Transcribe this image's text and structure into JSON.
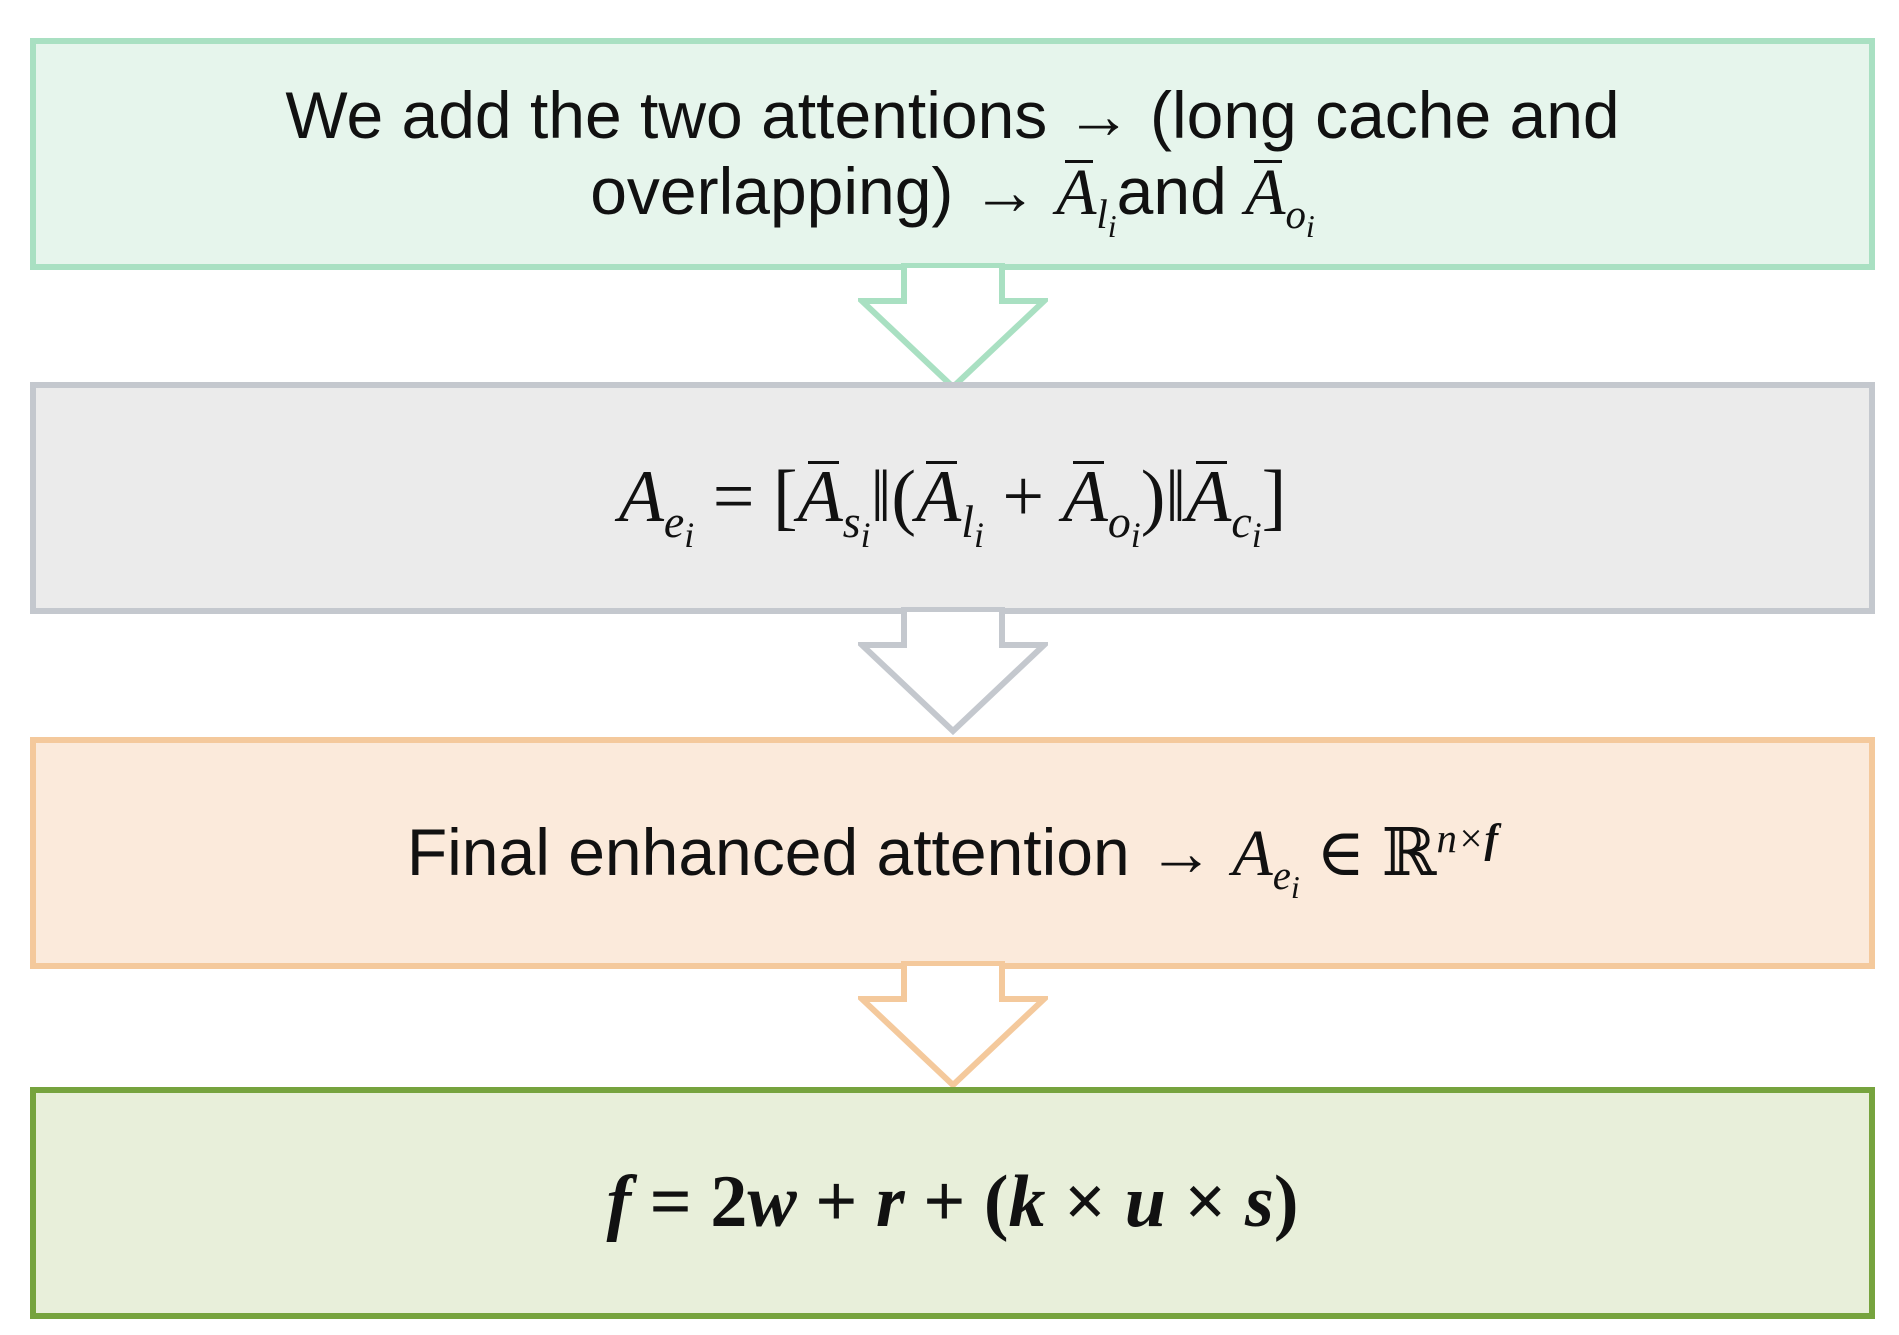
{
  "box1": {
    "line1": "We add the two attentions → (long cache and",
    "line2_text": "overlapping) →",
    "mid_word": "and",
    "colors": {
      "fill": "#e6f5ec",
      "border": "#a9e0c2"
    }
  },
  "box2": {
    "equation": "A_{e_i} = [Ā_{s_i} ‖ (Ā_{l_i} + Ā_{o_i}) ‖ Ā_{c_i}]",
    "colors": {
      "fill": "#ebebeb",
      "border": "#c4c8ce"
    }
  },
  "box3": {
    "text": "Final enhanced attention →",
    "colors": {
      "fill": "#fbeadb",
      "border": "#f4c99c"
    }
  },
  "box4": {
    "equation": "f = 2w + r + (k × u × s)",
    "colors": {
      "fill": "#e8efda",
      "border": "#76a33e"
    }
  },
  "icons": [
    "down-arrow-icon"
  ]
}
